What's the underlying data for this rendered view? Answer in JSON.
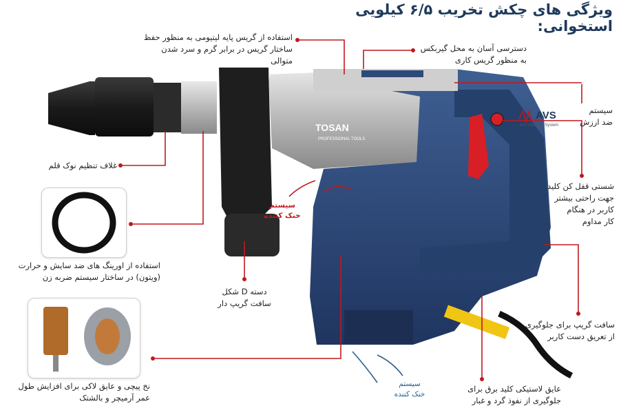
{
  "title": "ویژگی های چکش تخریب ۶/۵ کیلویی استخوانی:",
  "brand": {
    "logo": "TOSAN",
    "sub": "PROFESSIONAL TOOLS"
  },
  "avs": {
    "logo": "AVS",
    "sub": "Anti Vibration System"
  },
  "labels": {
    "grease_line1": "استفاده از گریس پایه لیتیومی به منظور حفظ",
    "grease_line2": "ساختار گریس در برابر گرم و سرد شدن متوالی",
    "gearbox_line1": "دسترسی آسان به محل گیربکس",
    "gearbox_line2": "به منظور گریس کاری",
    "avs_line1": "سیستم",
    "avs_line2": "ضد ارزش",
    "chuck": "غلاف تنظیم نوک قلم",
    "lock_line1": "شستی قفل کن کلید",
    "lock_line2": "جهت راحتی بیشتر",
    "lock_line3": "کاربر در هنگام",
    "lock_line4": "کار مداوم",
    "cooling_top_line1": "سیستم",
    "cooling_top_line2": "خنک کننده",
    "oring_line1": "استفاده از اورینگ های ضد سایش و حرارت",
    "oring_line2": "(ویتون) در ساختار سیستم ضربه زن",
    "dhandle_line1": "دسته D شکل",
    "dhandle_line2": "سافت گریپ دار",
    "softgrip_line1": "سافت گریپ برای جلوگیری",
    "softgrip_line2": "از تعریق دست کاربر",
    "armature_line1": "نخ پیچی و عایق لاکی برای افزایش طول",
    "armature_line2": "عمر آرمیچر و بالشتک",
    "cooling_bottom_line1": "سیستم",
    "cooling_bottom_line2": "خنک کننده",
    "cable_line1": "عایق لاستیکی کلید برق برای",
    "cable_line2": "جلوگیری از نفوذ گرد و غبار"
  },
  "colors": {
    "accent": "#c0181e",
    "body_blue": "#2e4a78",
    "title": "#1f3a5c"
  }
}
